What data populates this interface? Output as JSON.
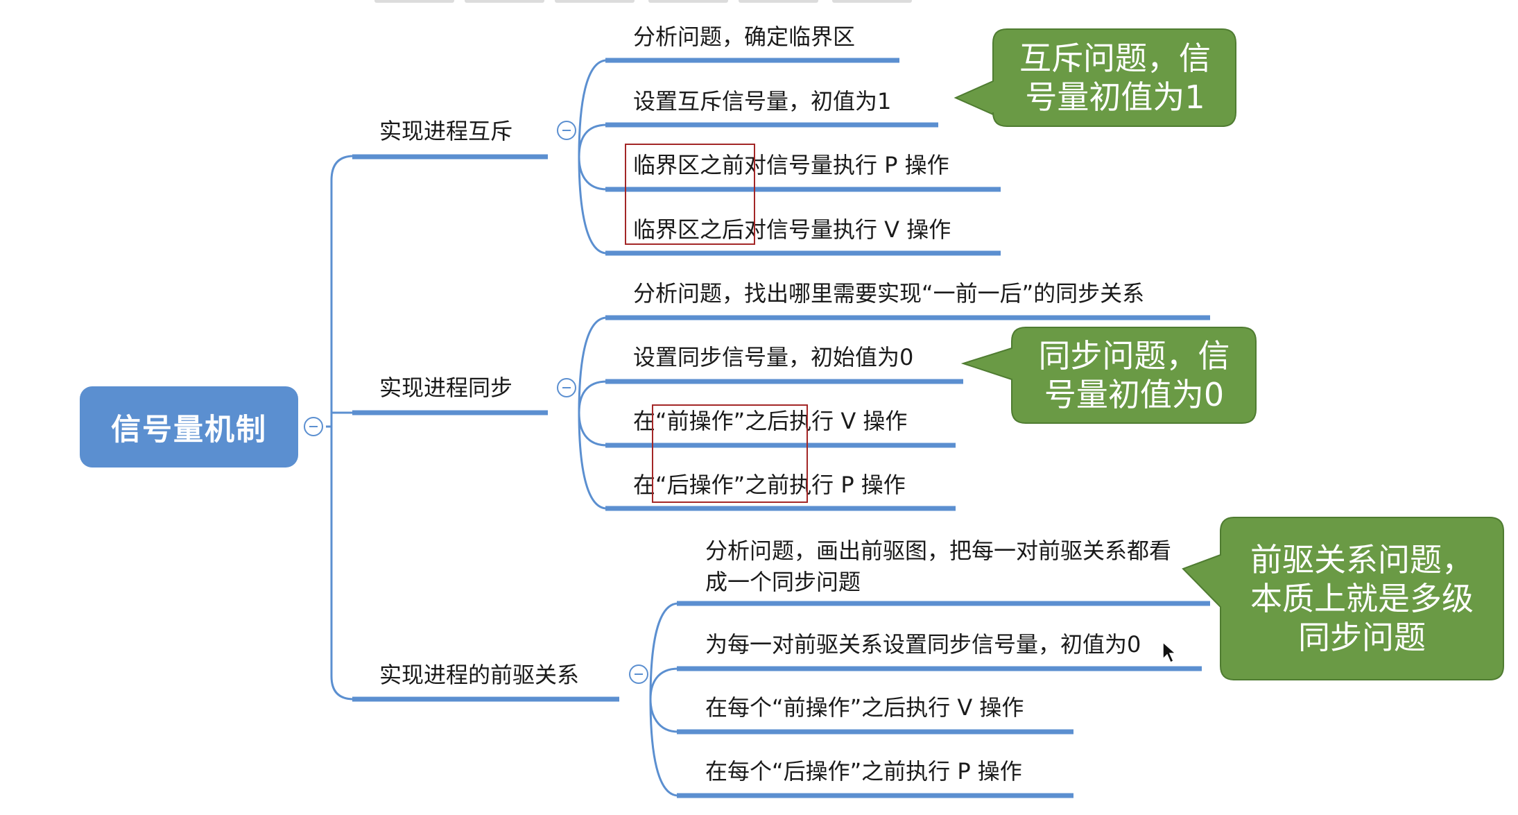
{
  "colors": {
    "root_fill": "#5b8fd0",
    "line": "#5b8fd0",
    "callout_fill": "#6a9a45",
    "callout_border": "#4f7c31",
    "highlight_box": "#a32626"
  },
  "root": {
    "label": "信号量机制"
  },
  "branches": [
    {
      "label": "实现进程互斥",
      "children": [
        "分析问题，确定临界区",
        "设置互斥信号量，初值为1",
        "临界区之前对信号量执行 P 操作",
        "临界区之后对信号量执行 V 操作"
      ],
      "callout": "互斥问题，信\n号量初值为1"
    },
    {
      "label": "实现进程同步",
      "children": [
        "分析问题，找出哪里需要实现“一前一后”的同步关系",
        "设置同步信号量，初始值为0",
        "在“前操作”之后执行 V 操作",
        "在“后操作”之前执行 P 操作"
      ],
      "callout": "同步问题，信\n号量初值为0"
    },
    {
      "label": "实现进程的前驱关系",
      "children": [
        "分析问题，画出前驱图，把每一对前驱关系都看成一个同步问题",
        "为每一对前驱关系设置同步信号量，初值为0",
        "在每个“前操作”之后执行 V 操作",
        "在每个“后操作”之前执行 P 操作"
      ],
      "callout": "前驱关系问题，\n本质上就是多级\n同步问题"
    }
  ],
  "icons": {
    "collapse": "minus-circle-icon",
    "cursor": "mouse-pointer-icon"
  }
}
